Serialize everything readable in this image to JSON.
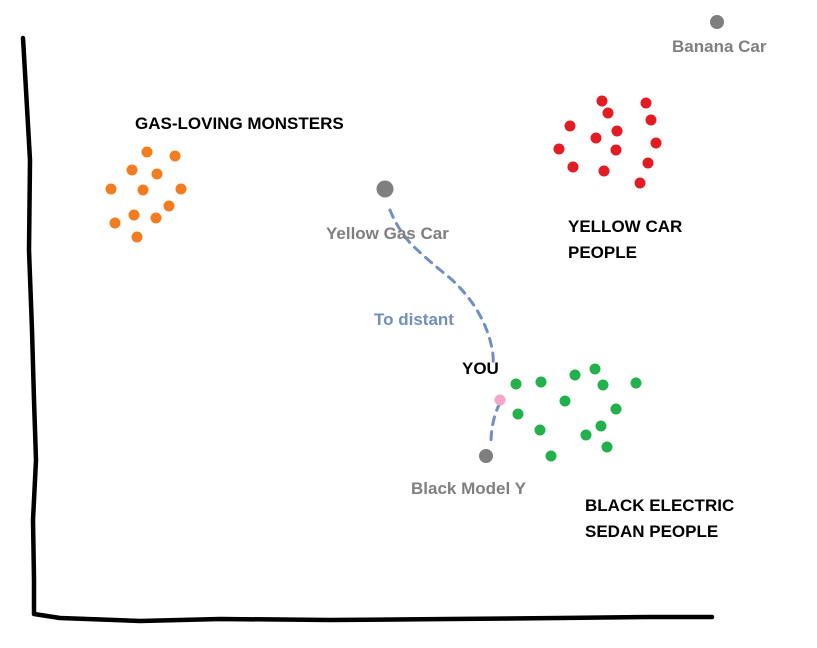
{
  "labels": {
    "gas_monsters": "GAS-LOVING MONSTERS",
    "yellow_car_people_1": "YELLOW CAR",
    "yellow_car_people_2": "PEOPLE",
    "black_sedan_people_1": "BLACK ELECTRIC",
    "black_sedan_people_2": "SEDAN PEOPLE",
    "you": "YOU",
    "banana_car": "Banana Car",
    "yellow_gas_car": "Yellow Gas Car",
    "black_model_y": "Black Model Y",
    "to_distant": "To distant"
  },
  "colors": {
    "orange": "#f47c20",
    "red": "#e31b23",
    "green": "#22b14c",
    "gray": "#7f7f7f",
    "pink": "#f4a6c8",
    "dash": "#6f8fbf",
    "axis": "#000000"
  }
}
